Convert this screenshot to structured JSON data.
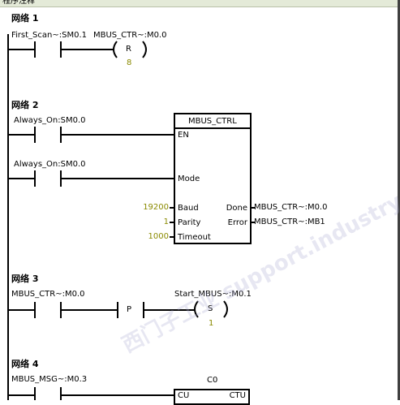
{
  "header": {
    "title": "程序注释"
  },
  "networks": [
    {
      "label": "网络 1",
      "contact1": "First_Scan~:SM0.1",
      "contact2": "MBUS_CTR~:M0.0",
      "coil_type": "R",
      "coil_count": "8"
    },
    {
      "label": "网络 2",
      "contact_en": "Always_On:SM0.0",
      "contact_mode": "Always_On:SM0.0",
      "block_title": "MBUS_CTRL",
      "pins_in": [
        "EN",
        "Mode",
        "Baud",
        "Parity",
        "Timeout"
      ],
      "pins_out": [
        "Done",
        "Error"
      ],
      "baud_value": "19200",
      "parity_value": "1",
      "timeout_value": "1000",
      "done_target": "MBUS_CTR~:M0.0",
      "error_target": "MBUS_CTR~:MB1"
    },
    {
      "label": "网络 3",
      "contact1": "MBUS_CTR~:M0.0",
      "edge_label": "P",
      "coil_operand": "Start_MBUS~:M0.1",
      "coil_type": "S",
      "coil_count": "1"
    },
    {
      "label": "网络 4",
      "contact1": "MBUS_MSG~:M0.3",
      "block_title": "C0",
      "pin_cu": "CU",
      "pin_ctu": "CTU"
    }
  ],
  "watermark": "西门子工业 support.industry.siemens.com/cs 找答案",
  "colors": {
    "parameter_value": "#8a8a00",
    "header_bg": "#e4ead8"
  }
}
